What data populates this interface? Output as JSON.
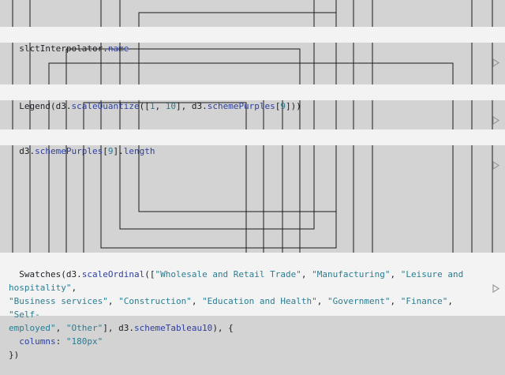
{
  "cells": [
    {
      "id": "interpolator-name",
      "tokens": [
        {
          "t": "slctInterpolator",
          "c": "fn"
        },
        {
          "t": ".",
          "c": "fn"
        },
        {
          "t": "name",
          "c": "prop"
        }
      ]
    },
    {
      "id": "legend-quantize",
      "tokens": [
        {
          "t": "Legend(",
          "c": "fn"
        },
        {
          "t": "d3",
          "c": "fn"
        },
        {
          "t": ".",
          "c": "fn"
        },
        {
          "t": "scaleQuantize",
          "c": "prop"
        },
        {
          "t": "([",
          "c": "fn"
        },
        {
          "t": "1",
          "c": "num"
        },
        {
          "t": ", ",
          "c": "fn"
        },
        {
          "t": "10",
          "c": "num"
        },
        {
          "t": "], ",
          "c": "fn"
        },
        {
          "t": "d3",
          "c": "fn"
        },
        {
          "t": ".",
          "c": "fn"
        },
        {
          "t": "schemePurples",
          "c": "prop"
        },
        {
          "t": "[",
          "c": "fn"
        },
        {
          "t": "9",
          "c": "num"
        },
        {
          "t": "]))",
          "c": "fn"
        }
      ]
    },
    {
      "id": "scheme-length",
      "tokens": [
        {
          "t": "d3",
          "c": "fn"
        },
        {
          "t": ".",
          "c": "fn"
        },
        {
          "t": "schemePurples",
          "c": "prop"
        },
        {
          "t": "[",
          "c": "fn"
        },
        {
          "t": "9",
          "c": "num"
        },
        {
          "t": "].",
          "c": "fn"
        },
        {
          "t": "length",
          "c": "prop"
        }
      ]
    },
    {
      "id": "swatches-ordinal",
      "tokens": [
        {
          "t": "Swatches(",
          "c": "fn"
        },
        {
          "t": "d3",
          "c": "fn"
        },
        {
          "t": ".",
          "c": "fn"
        },
        {
          "t": "scaleOrdinal",
          "c": "prop"
        },
        {
          "t": "([",
          "c": "fn"
        },
        {
          "t": "\"Wholesale and Retail Trade\"",
          "c": "str"
        },
        {
          "t": ", ",
          "c": "fn"
        },
        {
          "t": "\"Manufacturing\"",
          "c": "str"
        },
        {
          "t": ", ",
          "c": "fn"
        },
        {
          "t": "\"Leisure and hospitality\"",
          "c": "str"
        },
        {
          "t": ",\n",
          "c": "fn"
        },
        {
          "t": "\"Business services\"",
          "c": "str"
        },
        {
          "t": ", ",
          "c": "fn"
        },
        {
          "t": "\"Construction\"",
          "c": "str"
        },
        {
          "t": ", ",
          "c": "fn"
        },
        {
          "t": "\"Education and Health\"",
          "c": "str"
        },
        {
          "t": ", ",
          "c": "fn"
        },
        {
          "t": "\"Government\"",
          "c": "str"
        },
        {
          "t": ", ",
          "c": "fn"
        },
        {
          "t": "\"Finance\"",
          "c": "str"
        },
        {
          "t": ", ",
          "c": "fn"
        },
        {
          "t": "\"Self-\nemployed\"",
          "c": "str"
        },
        {
          "t": ", ",
          "c": "fn"
        },
        {
          "t": "\"Other\"",
          "c": "str"
        },
        {
          "t": "], ",
          "c": "fn"
        },
        {
          "t": "d3",
          "c": "fn"
        },
        {
          "t": ".",
          "c": "fn"
        },
        {
          "t": "schemeTableau10",
          "c": "prop"
        },
        {
          "t": "), {\n  ",
          "c": "fn"
        },
        {
          "t": "columns",
          "c": "prop"
        },
        {
          "t": ": ",
          "c": "fn"
        },
        {
          "t": "\"180px\"",
          "c": "str"
        },
        {
          "t": "\n})",
          "c": "fn"
        }
      ]
    }
  ],
  "run_icon": "play-triangle-icon"
}
